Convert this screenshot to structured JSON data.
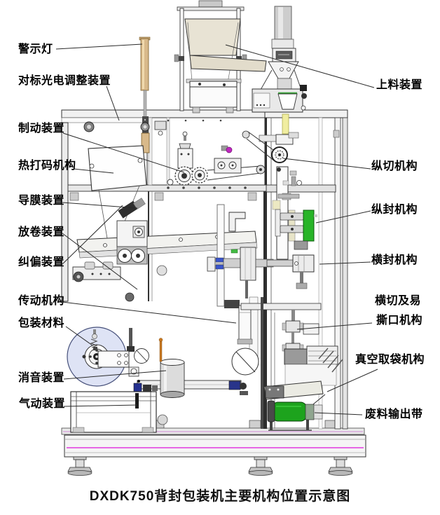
{
  "diagram": {
    "caption": "DXDK750背封包装机主要机构位置示意图",
    "labels_left": [
      {
        "id": "warning-light",
        "text": "警示灯"
      },
      {
        "id": "mark-photoelectric-adjuster",
        "text": "对标光电调整装置"
      },
      {
        "id": "brake-device",
        "text": "制动装置"
      },
      {
        "id": "hot-code-printer",
        "text": "热打码机构"
      },
      {
        "id": "film-guide-device",
        "text": "导膜装置"
      },
      {
        "id": "unwind-device",
        "text": "放卷装置"
      },
      {
        "id": "deviation-correction-device",
        "text": "纠偏装置"
      },
      {
        "id": "transmission-mechanism",
        "text": "传动机构"
      },
      {
        "id": "packaging-material",
        "text": "包装材料"
      },
      {
        "id": "silencer-device",
        "text": "消音装置"
      },
      {
        "id": "pneumatic-device",
        "text": "气动装置"
      }
    ],
    "labels_right": [
      {
        "id": "feeding-device",
        "text": "上料装置"
      },
      {
        "id": "longitudinal-cut-mechanism",
        "text": "纵切机构"
      },
      {
        "id": "longitudinal-seal-mechanism",
        "text": "纵封机构"
      },
      {
        "id": "cross-seal-mechanism",
        "text": "横封机构"
      },
      {
        "id": "cross-cut-and-easy",
        "text": "横切及易"
      },
      {
        "id": "tear-notch-mechanism",
        "text": "撕口机构"
      },
      {
        "id": "vacuum-bag-pickup-mechanism",
        "text": "真空取袋机构"
      },
      {
        "id": "waste-output-belt",
        "text": "废料输出带"
      }
    ],
    "colors": {
      "hopper_beige": "#e8e3d4",
      "chute_beige": "#e2dccb",
      "warning_light_tan": "#d8b98a",
      "forming_tube_yellow": "#f0eda0",
      "seal_green": "#28b428",
      "conveyor_green": "#1da31d",
      "film_roll_lavender": "#dee3f5",
      "base_stripe_magenta": "#e23ae0"
    }
  }
}
